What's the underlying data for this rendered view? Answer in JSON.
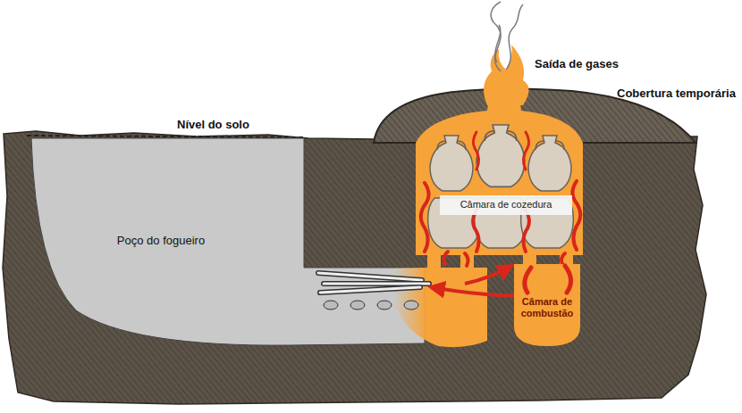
{
  "diagram": {
    "nodes": [
      {
        "text": [
          "Poço do fogueiro"
        ]
      },
      {
        "text": [
          "Câmara de cozedura"
        ]
      },
      {
        "text": [
          "Câmara de combustão"
        ]
      }
    ],
    "labels": [
      "Saída de gases",
      "Cobertura temporária",
      "Nível do solo"
    ]
  }
}
